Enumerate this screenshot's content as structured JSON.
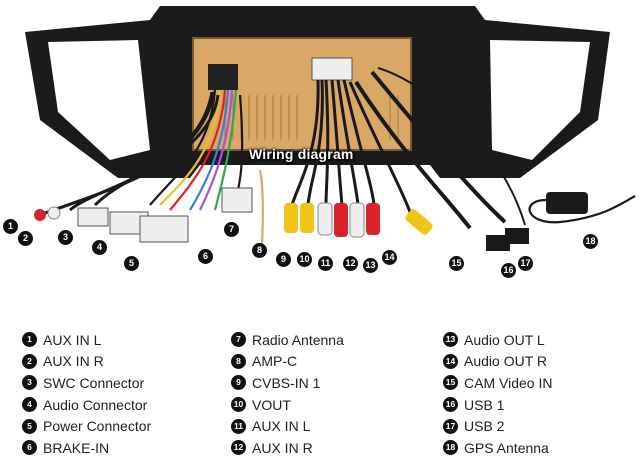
{
  "image_title": "Wiring diagram",
  "legend": {
    "col1": [
      {
        "n": "1",
        "label": "AUX IN L"
      },
      {
        "n": "2",
        "label": "AUX IN R"
      },
      {
        "n": "3",
        "label": "SWC Connector"
      },
      {
        "n": "4",
        "label": "Audio Connector"
      },
      {
        "n": "5",
        "label": "Power Connector"
      },
      {
        "n": "6",
        "label": "BRAKE-IN"
      }
    ],
    "col2": [
      {
        "n": "7",
        "label": "Radio Antenna"
      },
      {
        "n": "8",
        "label": "AMP-C"
      },
      {
        "n": "9",
        "label": "CVBS-IN 1"
      },
      {
        "n": "10",
        "label": "VOUT"
      },
      {
        "n": "11",
        "label": "AUX IN L"
      },
      {
        "n": "12",
        "label": "AUX IN R"
      }
    ],
    "col3": [
      {
        "n": "13",
        "label": "Audio OUT L"
      },
      {
        "n": "14",
        "label": "Audio OUT R"
      },
      {
        "n": "15",
        "label": "CAM Video IN"
      },
      {
        "n": "16",
        "label": "USB 1"
      },
      {
        "n": "17",
        "label": "USB 2"
      },
      {
        "n": "18",
        "label": "GPS Antenna"
      }
    ]
  },
  "markers": [
    "1",
    "2",
    "3",
    "4",
    "5",
    "6",
    "7",
    "8",
    "9",
    "10",
    "11",
    "12",
    "13",
    "14",
    "15",
    "16",
    "17",
    "18"
  ],
  "colors": {
    "frame": "#1b1b1d",
    "board": "#d9a866",
    "rca_yellow": "#f0c419",
    "rca_red": "#d8232a",
    "rca_white": "#eeeeee",
    "cable": "#1a1a1a"
  }
}
